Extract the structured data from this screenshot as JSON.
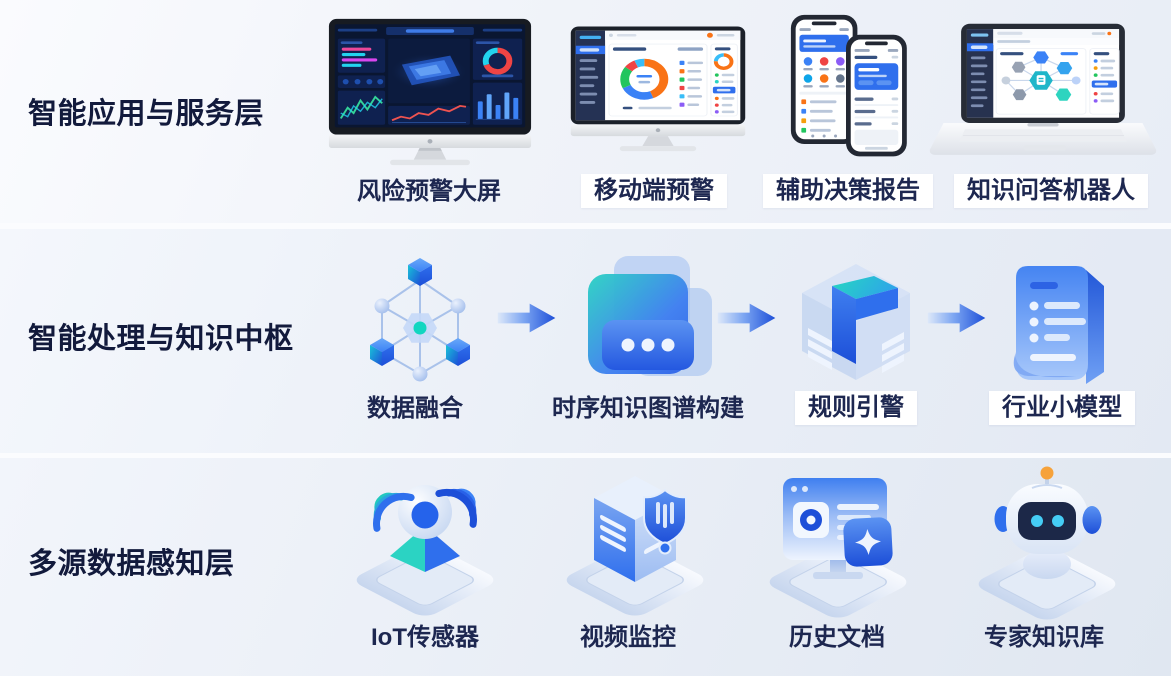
{
  "diagram": {
    "kind": "layered-architecture",
    "flow_arrow_color": "#1d4fd8",
    "accent_blue": "#2f6fed",
    "teal": "#2bd3c3",
    "title_text_color": "#121a3c",
    "label_text_color": "#1d2750",
    "band_background": "#eaeff7"
  },
  "layers": [
    {
      "title": "智能应用与服务层",
      "items": [
        {
          "label": "风险预警大屏",
          "icon": "risk-dashboard-monitor",
          "highlight_chip": false
        },
        {
          "label": "移动端预警",
          "icon": "mobile-alert-monitor",
          "highlight_chip": true
        },
        {
          "label": "辅助决策报告",
          "icon": "decision-report-phones",
          "highlight_chip": true
        },
        {
          "label": "知识问答机器人",
          "icon": "qa-robot-laptop",
          "highlight_chip": true
        }
      ]
    },
    {
      "title": "智能处理与知识中枢",
      "items": [
        {
          "label": "数据融合",
          "icon": "data-fusion-network",
          "highlight_chip": false
        },
        {
          "label": "时序知识图谱构建",
          "icon": "temporal-knowledge-graph-layers",
          "highlight_chip": false
        },
        {
          "label": "规则引警",
          "icon": "rule-engine-cube",
          "highlight_chip": true
        },
        {
          "label": "行业小模型",
          "icon": "industry-model-document",
          "highlight_chip": true
        }
      ],
      "flow": "数据融合 → 时序知识图谱构建 → 规则引警 → 行业小模型"
    },
    {
      "title": "多源数据感知层",
      "items": [
        {
          "label": "IoT传感器",
          "icon": "iot-sensor",
          "highlight_chip": false
        },
        {
          "label": "视频监控",
          "icon": "video-surveillance-server",
          "highlight_chip": false
        },
        {
          "label": "历史文档",
          "icon": "history-document-browser",
          "highlight_chip": false
        },
        {
          "label": "专家知识库",
          "icon": "expert-knowledge-robot",
          "highlight_chip": false
        }
      ]
    }
  ]
}
